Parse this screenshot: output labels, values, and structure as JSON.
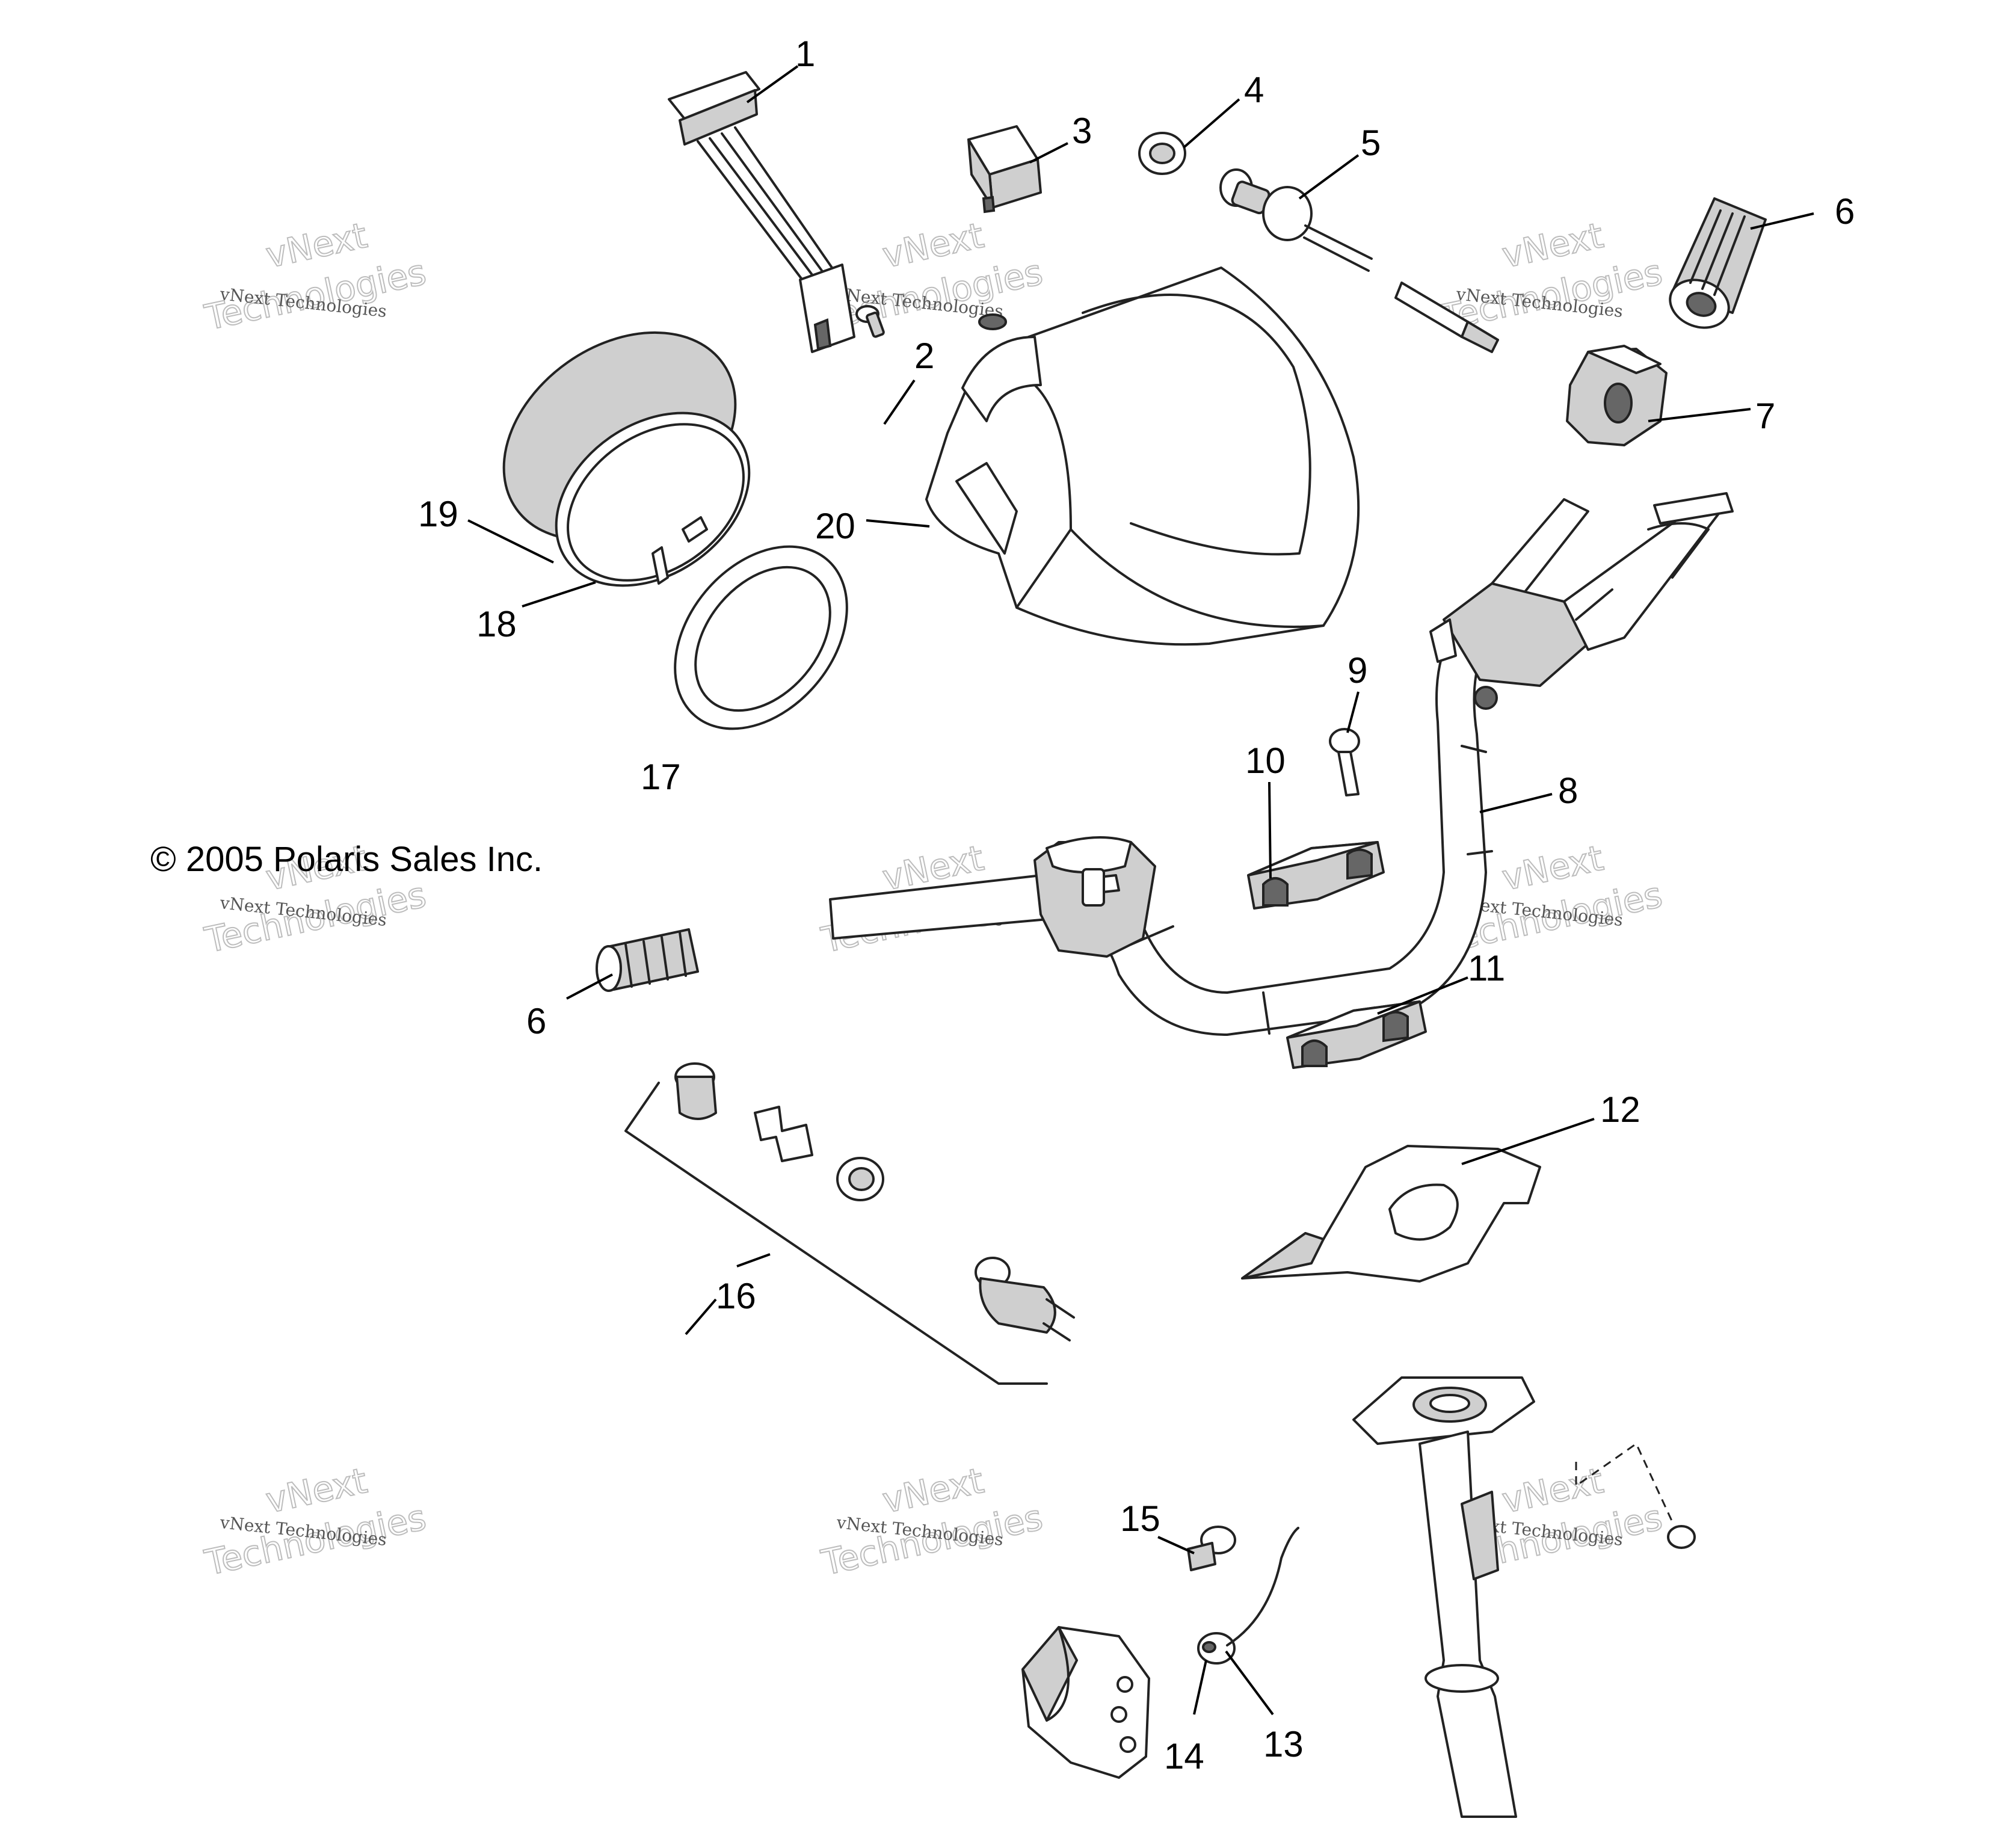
{
  "copyright": "© 2005 Polaris Sales Inc.",
  "watermark": {
    "line1": "vNext",
    "line2": "vNext Technologies",
    "line3": "Technologies"
  },
  "callouts": [
    {
      "id": "1",
      "label": "1"
    },
    {
      "id": "2",
      "label": "2"
    },
    {
      "id": "3",
      "label": "3"
    },
    {
      "id": "4",
      "label": "4"
    },
    {
      "id": "5",
      "label": "5"
    },
    {
      "id": "6a",
      "label": "6"
    },
    {
      "id": "7",
      "label": "7"
    },
    {
      "id": "8",
      "label": "8"
    },
    {
      "id": "9",
      "label": "9"
    },
    {
      "id": "10",
      "label": "10"
    },
    {
      "id": "6b",
      "label": "6"
    },
    {
      "id": "11",
      "label": "11"
    },
    {
      "id": "12",
      "label": "12"
    },
    {
      "id": "13",
      "label": "13"
    },
    {
      "id": "14",
      "label": "14"
    },
    {
      "id": "15",
      "label": "15"
    },
    {
      "id": "16",
      "label": "16"
    },
    {
      "id": "17",
      "label": "17"
    },
    {
      "id": "18",
      "label": "18"
    },
    {
      "id": "19",
      "label": "19"
    },
    {
      "id": "20",
      "label": "20"
    }
  ]
}
